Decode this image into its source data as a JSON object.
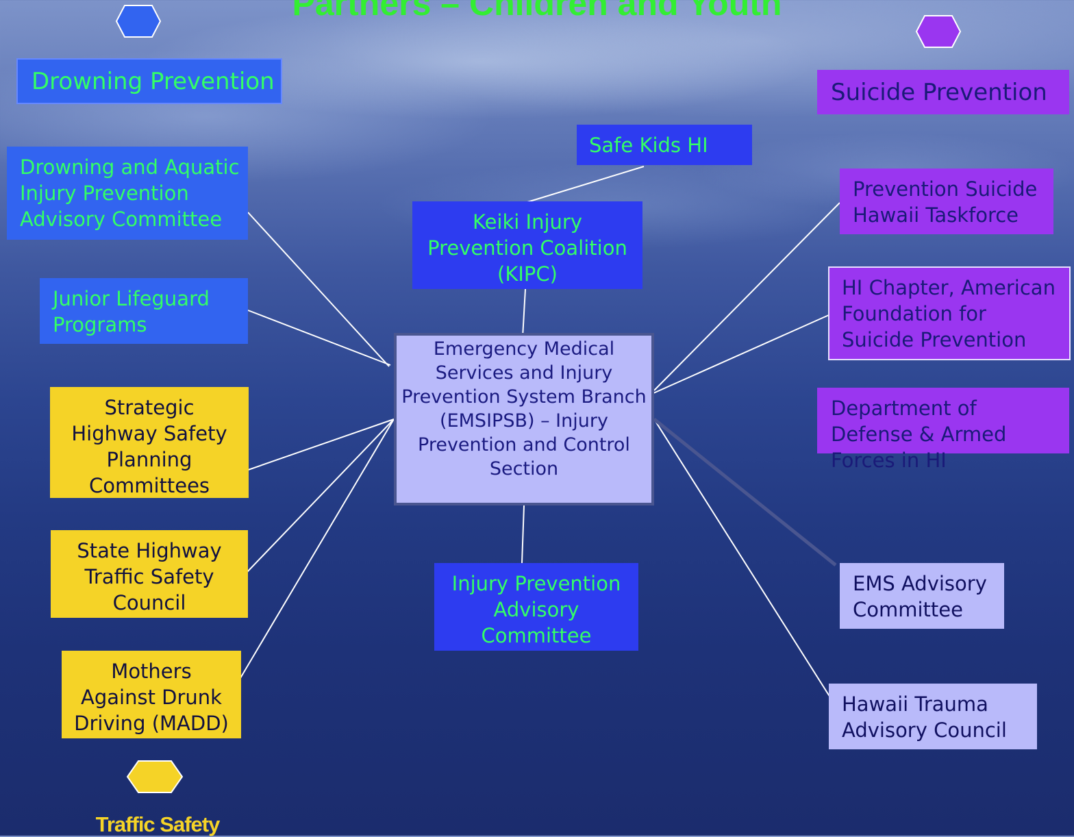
{
  "title": "Partners – Children and Youth",
  "center": {
    "lines": [
      "Emergency Medical",
      "Services and Injury",
      "Prevention System Branch",
      "(EMSIPSB) – Injury",
      "Prevention and Control",
      "Section"
    ]
  },
  "categories": {
    "drowning": {
      "label": "Drowning Prevention",
      "color": "#3264f0"
    },
    "suicide": {
      "label": "Suicide Prevention",
      "color": "#9a36f0"
    },
    "traffic": {
      "label": "Traffic Safety",
      "color": "#f5d327"
    }
  },
  "nodes": {
    "safe_kids": {
      "lines": [
        "Safe Kids HI"
      ]
    },
    "kipc": {
      "lines": [
        "Keiki Injury",
        "Prevention Coalition",
        "(KIPC)"
      ]
    },
    "drowning_committee": {
      "lines": [
        "Drowning and Aquatic",
        "Injury Prevention",
        "Advisory Committee"
      ]
    },
    "junior_lifeguard": {
      "lines": [
        "Junior Lifeguard",
        "Programs"
      ]
    },
    "strategic_highway": {
      "lines": [
        "Strategic",
        "Highway Safety",
        "Planning",
        "Committees"
      ]
    },
    "state_highway": {
      "lines": [
        "State Highway",
        "Traffic Safety",
        "Council"
      ]
    },
    "madd": {
      "lines": [
        "Mothers",
        "Against Drunk",
        "Driving (MADD)"
      ]
    },
    "injury_advisory": {
      "lines": [
        "Injury Prevention",
        "Advisory",
        "Committee"
      ]
    },
    "prevention_suicide": {
      "lines": [
        "Prevention Suicide",
        "Hawaii Taskforce"
      ]
    },
    "afsp": {
      "lines": [
        "HI Chapter, American",
        "Foundation for",
        "Suicide Prevention"
      ]
    },
    "dod": {
      "lines": [
        "Department of",
        "Defense & Armed",
        "Forces in HI"
      ]
    },
    "ems_advisory": {
      "lines": [
        "EMS Advisory",
        "Committee"
      ]
    },
    "trauma_council": {
      "lines": [
        "Hawaii Trauma",
        "Advisory Council"
      ]
    }
  }
}
